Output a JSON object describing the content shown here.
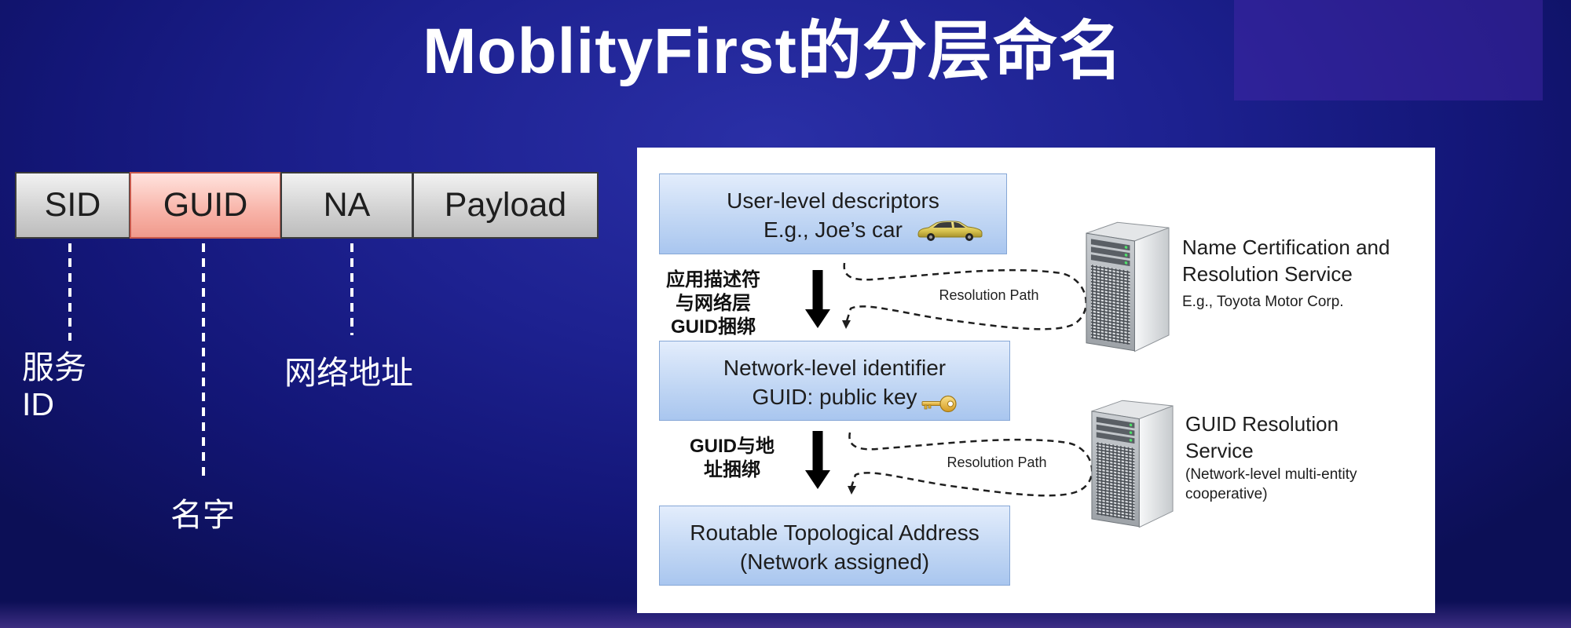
{
  "slide": {
    "title": "MoblityFirst的分层命名"
  },
  "header_fields": [
    {
      "label": "SID"
    },
    {
      "label": "GUID"
    },
    {
      "label": "NA"
    },
    {
      "label": "Payload"
    }
  ],
  "field_annotations": {
    "sid": [
      "服务",
      "ID"
    ],
    "guid": [
      "名字"
    ],
    "na": [
      "网络地址"
    ]
  },
  "diagram": {
    "levels": [
      {
        "line1": "User-level descriptors",
        "line2": "E.g., Joe’s car",
        "icon": "car-icon"
      },
      {
        "line1": "Network-level identifier",
        "line2": "GUID: public key",
        "icon": "key-icon"
      },
      {
        "line1": "Routable Topological Address",
        "line2": "(Network assigned)"
      }
    ],
    "bindings": [
      {
        "lines": [
          "应用描述符",
          "与网络层",
          "GUID捆绑"
        ],
        "icon": "arrow-down-icon"
      },
      {
        "lines": [
          "GUID与地",
          "址捆绑"
        ],
        "icon": "arrow-down-icon"
      }
    ],
    "resolution_paths": [
      {
        "label": "Resolution Path"
      },
      {
        "label": "Resolution Path"
      }
    ],
    "services": [
      {
        "name_lines": [
          "Name Certification and",
          "Resolution Service"
        ],
        "detail_lines": [
          "E.g., Toyota Motor Corp."
        ],
        "icon": "server-icon"
      },
      {
        "name_lines": [
          "GUID Resolution",
          "Service"
        ],
        "detail_lines": [
          "(Network-level multi-entity",
          "cooperative)"
        ],
        "icon": "server-icon"
      }
    ]
  },
  "colors": {
    "background": "#1d2190",
    "title_text": "#ffffff",
    "header_field": "#d0d0d0",
    "guid_field_highlight": "#f8b3a8",
    "level_box": "#c2d7f4",
    "panel": "#ffffff"
  }
}
